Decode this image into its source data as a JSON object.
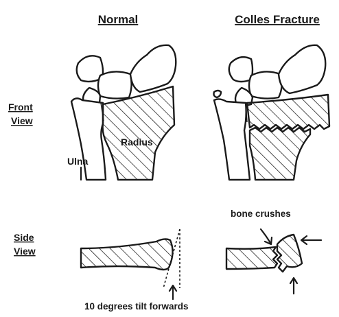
{
  "headers": {
    "normal": "Normal",
    "colles": "Colles  Fracture"
  },
  "row_labels": {
    "front_line1": "Front",
    "front_line2": "View",
    "side_line1": "Side",
    "side_line2": "View"
  },
  "bone_labels": {
    "ulna": "Ulna",
    "radius": "Radius"
  },
  "annotations": {
    "bone_crushes": "bone crushes",
    "tilt": "10 degrees tilt forwards"
  }
}
